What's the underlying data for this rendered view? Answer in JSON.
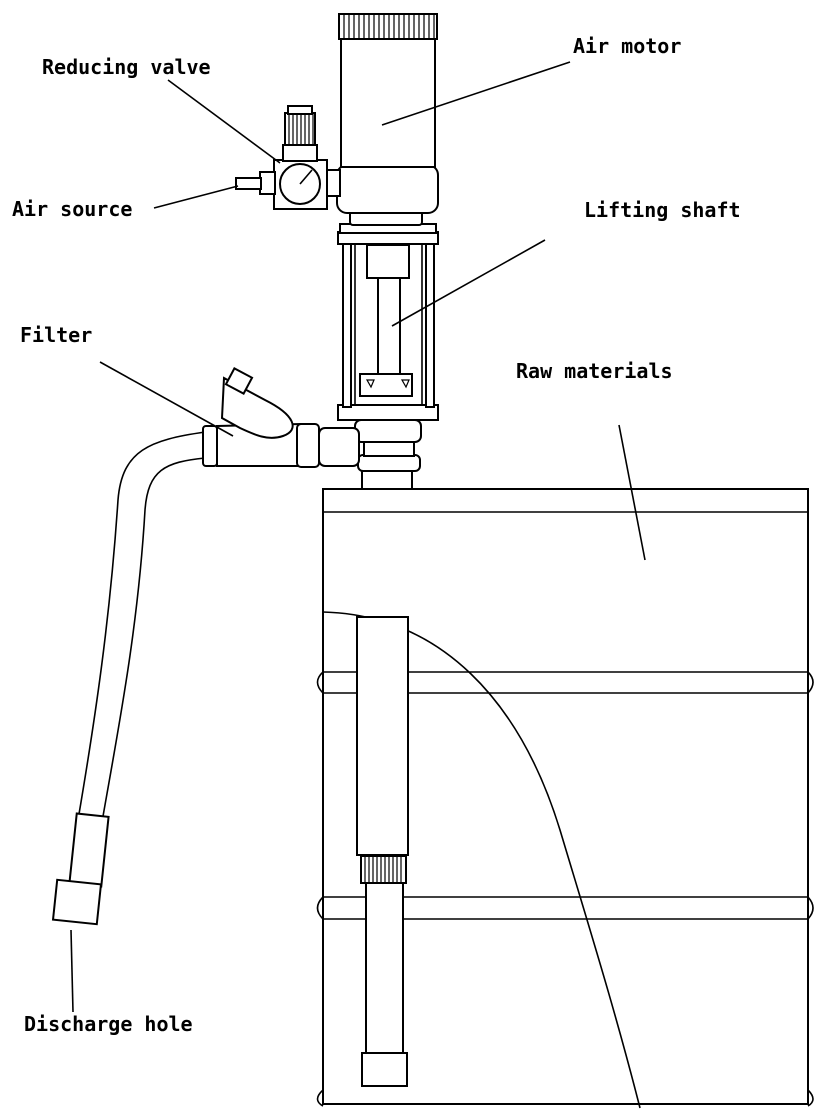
{
  "labels": {
    "air_motor": "Air motor",
    "reducing_valve": "Reducing valve",
    "air_source": "Air source",
    "lifting_shaft": "Lifting shaft",
    "filter": "Filter",
    "raw_materials": "Raw materials",
    "discharge_hole": "Discharge hole"
  },
  "colors": {
    "line": "#000000",
    "background": "#ffffff"
  }
}
